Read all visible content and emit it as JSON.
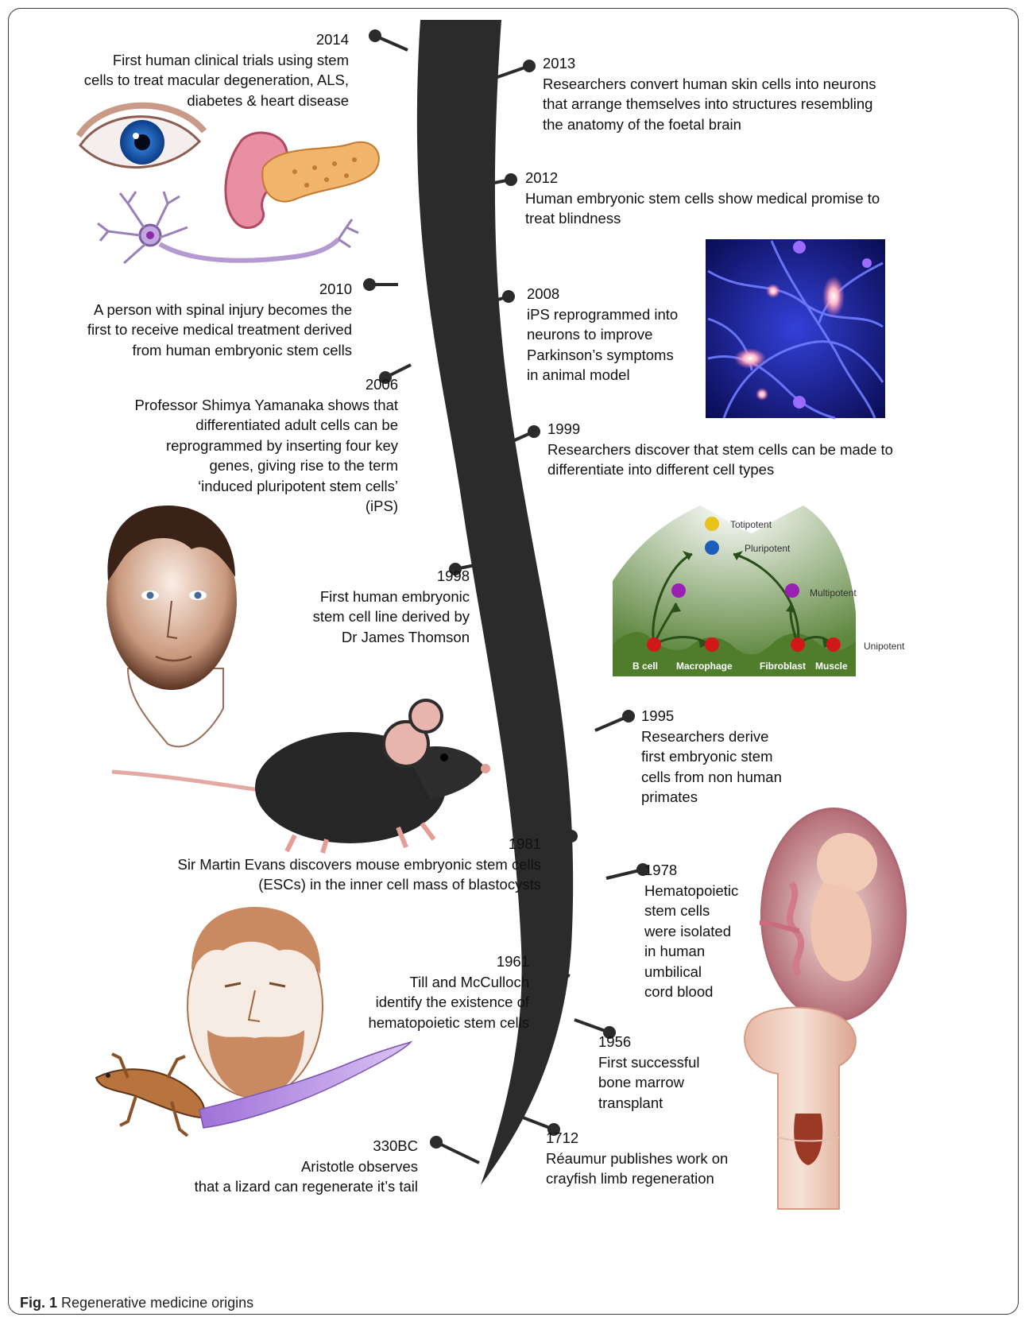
{
  "caption": {
    "label": "Fig. 1",
    "text": "Regenerative medicine origins"
  },
  "events": [
    {
      "year": "2014",
      "text": "First human clinical trials using stem\ncells to treat macular degeneration, ALS,\ndiabetes & heart disease"
    },
    {
      "year": "2013",
      "text": "Researchers convert human skin cells into neurons\nthat arrange themselves into structures resembling\nthe anatomy of the foetal brain"
    },
    {
      "year": "2012",
      "text": "Human embryonic stem cells show medical promise to\ntreat blindness"
    },
    {
      "year": "2010",
      "text": "A person with spinal injury becomes the\nfirst to receive medical treatment derived\nfrom human embryonic stem cells"
    },
    {
      "year": "2008",
      "text": "iPS reprogrammed into\nneurons to improve\nParkinson’s symptoms\nin animal model"
    },
    {
      "year": "2006",
      "text": "Professor Shimya Yamanaka shows that\ndifferentiated adult cells can be\nreprogrammed by inserting four key\ngenes, giving rise to the term\n‘induced pluripotent stem cells’\n(iPS)"
    },
    {
      "year": "1999",
      "text": "Researchers discover that stem cells can be made to\ndifferentiate into different cell types"
    },
    {
      "year": "1998",
      "text": "First human embryonic\nstem cell line derived by\nDr James Thomson"
    },
    {
      "year": "1995",
      "text": "Researchers derive\nfirst embryonic stem\ncells from non human\nprimates"
    },
    {
      "year": "1981",
      "text": "Sir Martin Evans discovers mouse embryonic stem cells\n(ESCs) in the inner cell mass of blastocysts"
    },
    {
      "year": "1978",
      "text": "Hematopoietic\nstem cells\nwere isolated\nin human\numbilical\ncord blood"
    },
    {
      "year": "1961",
      "text": "Till and McCulloch\nidentify the existence of\nhematopoietic stem cells"
    },
    {
      "year": "1956",
      "text": "First successful\nbone marrow\ntransplant"
    },
    {
      "year": "1712",
      "text": "Réaumur publishes work on\ncrayfish limb regeneration"
    },
    {
      "year": "330BC",
      "text": "Aristotle observes\nthat a lizard can regenerate it’s tail"
    }
  ],
  "potency_diagram": {
    "levels": [
      "Totipotent",
      "Pluripotent",
      "Multipotent",
      "Unipotent"
    ],
    "cells": [
      "B cell",
      "Macrophage",
      "Fibroblast",
      "Muscle"
    ]
  },
  "colors": {
    "timeline": "#2b2b2b",
    "totipotent": "#e8c21a",
    "pluripotent": "#1d5fb8",
    "multipotent": "#9b1fb5",
    "unipotent": "#d11818",
    "hill": "#4f7d2c"
  },
  "icons": [
    "eye-icon",
    "pancreas-icon",
    "neuron-icon",
    "neuron-network-icon",
    "scientist-portrait-icon",
    "mouse-icon",
    "fetus-icon",
    "aristotle-bust-icon",
    "lizard-icon",
    "bone-icon"
  ]
}
